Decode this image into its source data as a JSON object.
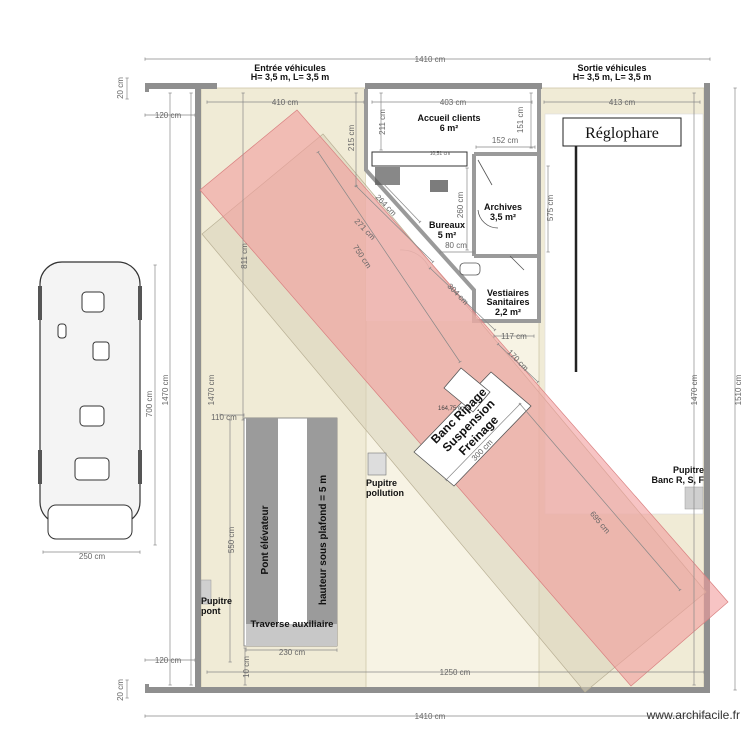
{
  "entrances": {
    "entry_title": "Entrée véhicules",
    "entry_size": "H= 3,5 m, L= 3,5 m",
    "exit_title": "Sortie véhicules",
    "exit_size": "H= 3,5 m, L= 3,5 m"
  },
  "rooms": {
    "accueil": {
      "name": "Accueil clients",
      "area": "6 m²"
    },
    "bureaux": {
      "name": "Bureaux",
      "area": "5 m²"
    },
    "archives": {
      "name": "Archives",
      "area": "3,5 m²"
    },
    "vestiaires": {
      "name": "Vestiaires",
      "name2": "Sanitaires",
      "area": "2,2 m²"
    }
  },
  "equipment": {
    "reglophare": "Réglophare",
    "banc_line1": "Banc Ripage",
    "banc_line2": "Suspension",
    "banc_line3": "Freinage",
    "banc_inner_dim": "164,75 cm",
    "pupitre_pollution_1": "Pupitre",
    "pupitre_pollution_2": "pollution",
    "pupitre_pont_1": "Pupitre",
    "pupitre_pont_2": "pont",
    "pupitre_banc_1": "Pupitre",
    "pupitre_banc_2": "Banc R, S, F",
    "pont_elevateur": "Pont élévateur",
    "hauteur_plafond": "hauteur sous plafond = 5 m",
    "traverse": "Traverse auxiliaire",
    "desk_dim": "10,51 cm"
  },
  "dimensions": {
    "top_total": "1410 cm",
    "bottom_total": "1410 cm",
    "inner_bottom": "1250 cm",
    "top_left_zone": "410 cm",
    "top_mid_zone": "403 cm",
    "top_right_zone": "413 cm",
    "wall_top": "20 cm",
    "wall_bottom": "20 cm",
    "left_margin_top": "120 cm",
    "left_margin_bottom": "120 cm",
    "left_inner_height": "1470 cm",
    "right_inner_height": "1470 cm",
    "right_total_height": "1510 cm",
    "zone_811": "811 cm",
    "zone_215": "215 cm",
    "accueil_211": "211 cm",
    "accueil_151": "151 cm",
    "accueil_152": "152 cm",
    "bureaux_264": "264 cm",
    "bureaux_271": "271 cm",
    "bureaux_260": "260 cm",
    "bureaux_80": "80 cm",
    "right_575": "575 cm",
    "diag_750": "750 cm",
    "diag_304": "304 cm",
    "vest_117": "117 cm",
    "banc_170": "170 cm",
    "banc_300": "300 cm",
    "banc_695": "695 cm",
    "pont_110": "110 cm",
    "pont_550": "550 cm",
    "pont_230": "230 cm",
    "pont_10": "10 cm",
    "bus_700": "700 cm",
    "bus_1470": "1470 cm",
    "bus_250": "250 cm"
  },
  "watermark": "www.archifacile.fr"
}
